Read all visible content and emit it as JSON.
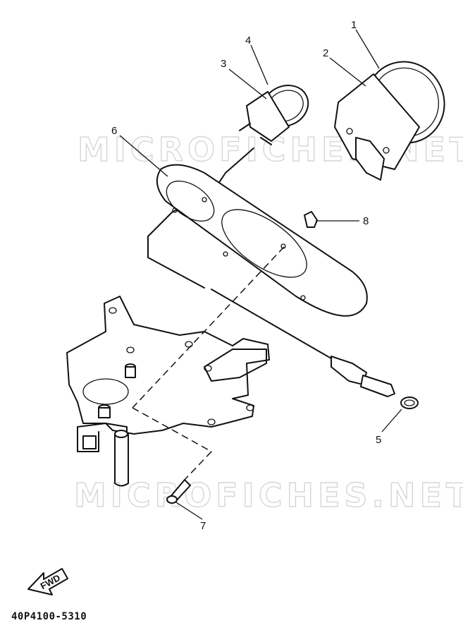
{
  "callouts": {
    "p1": "1",
    "p2": "2",
    "p3": "3",
    "p4": "4",
    "p5": "5",
    "p6": "6",
    "p7": "7",
    "p8": "8"
  },
  "direction_label": "FWD",
  "diagram_code": "40P4100-5310",
  "watermark": {
    "top": "MICROFICHES.NET",
    "bottom": "MICROFICHES.NET"
  }
}
